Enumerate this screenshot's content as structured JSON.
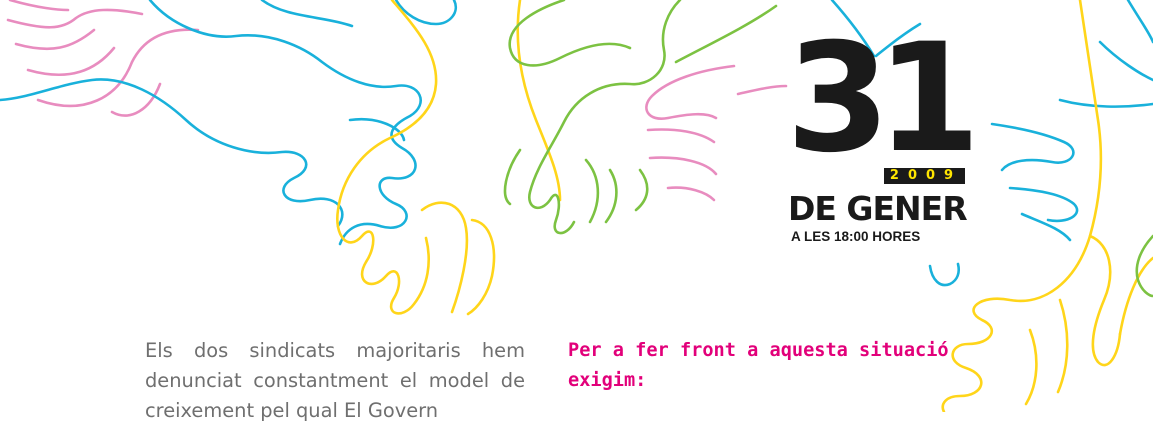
{
  "poster": {
    "day": "31",
    "year": "2009",
    "month": "DE GENER",
    "time": "A LES 18:00 HORES"
  },
  "article": {
    "paragraph_text": "Els dos sindicats majoritaris hem denunciat constantment el model de creixement pel qual El Govern",
    "demand_heading": "Per a fer front a aquesta situació exigim:"
  },
  "colors": {
    "hand_blue": "#19b1db",
    "hand_yellow": "#ffd51a",
    "hand_green": "#7cc242",
    "hand_pink": "#e88cbf",
    "date_text": "#1a1a1a",
    "year_text": "#ffe600",
    "body_text": "#6f6f6f",
    "heading_accent": "#e2007a"
  }
}
